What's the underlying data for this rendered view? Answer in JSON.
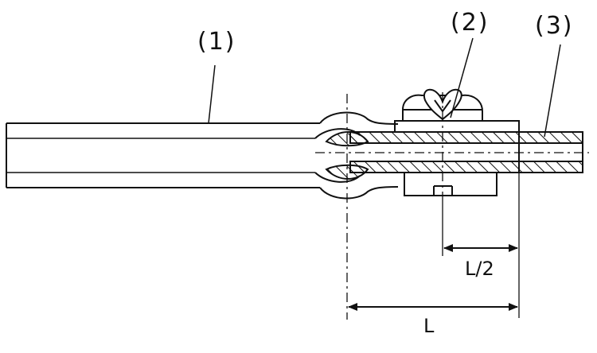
{
  "callouts": {
    "part1": "(1)",
    "part2": "(2)",
    "part3": "(3)"
  },
  "dimensions": {
    "half_length": "L/2",
    "length": "L"
  }
}
